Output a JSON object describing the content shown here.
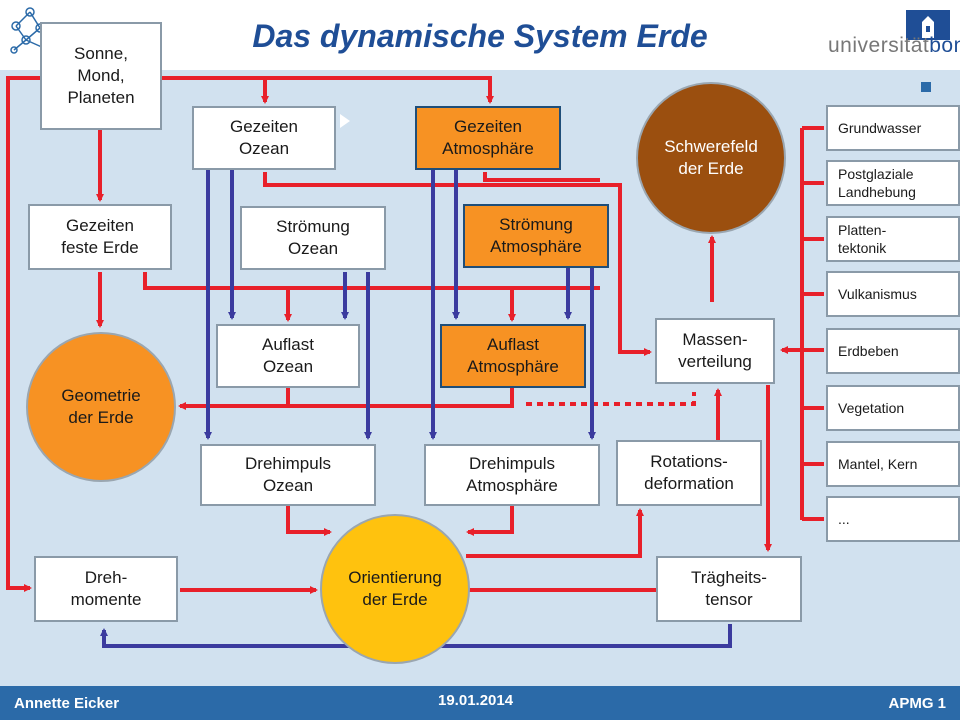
{
  "title": "Das dynamische System Erde",
  "logo": {
    "prefix": "universität",
    "suffix": "bonn"
  },
  "footer": {
    "author": "Annette Eicker",
    "date": "19.01.2014",
    "course": "APMG 1"
  },
  "nodes": {
    "sonne": "Sonne,\nMond,\nPlaneten",
    "gezeiten_ozean": "Gezeiten\nOzean",
    "gezeiten_atmosphaere": "Gezeiten\nAtmosphäre",
    "schwerefeld": "Schwerefeld\nder  Erde",
    "gezeiten_feste_erde": "Gezeiten\nfeste Erde",
    "stroemung_ozean": "Strömung\nOzean",
    "stroemung_atmosphaere": "Strömung\nAtmosphäre",
    "geometrie": "Geometrie\nder  Erde",
    "auflast_ozean": "Auflast\nOzean",
    "auflast_atmosphaere": "Auflast\nAtmosphäre",
    "massenverteilung": "Massen-\nverteilung",
    "drehimpuls_ozean": "Drehimpuls\nOzean",
    "drehimpuls_atmosphaere": "Drehimpuls\nAtmosphäre",
    "rotationsdeformation": "Rotations-\ndeformation",
    "drehmomente": "Dreh-\nmomente",
    "orientierung": "Orientierung\nder  Erde",
    "traegheitstensor": "Trägheits-\ntensor"
  },
  "sources": [
    "Grundwasser",
    "Postglaziale\nLandhebung",
    "Platten-\ntektonik",
    "Vulkanismus",
    "Erdbeben",
    "Vegetation",
    "Mantel, Kern",
    "..."
  ],
  "colors": {
    "red": "#e8202a",
    "blue": "#3b3b9e",
    "orange": "#f79223",
    "brown": "#9b4f0f",
    "gold": "#ffc20e",
    "band": "#d1e1ef",
    "footer": "#2b6aa8"
  }
}
